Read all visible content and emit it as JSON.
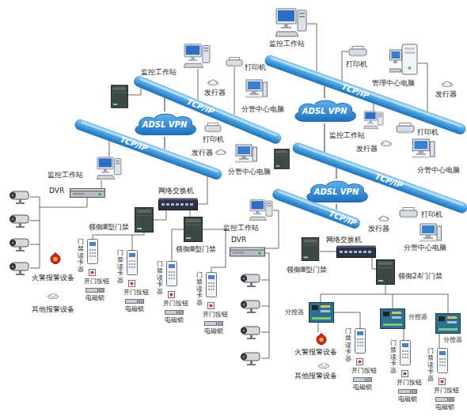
{
  "diagram": {
    "nodes": [
      {
        "text": [
          "TCP/IP"
        ]
      },
      {
        "text": [
          "TCP/IP"
        ]
      },
      {
        "text": [
          "ADSL VPN"
        ]
      },
      {
        "text": [
          "ADSL VPN"
        ]
      },
      {
        "text": [
          "TCP/IP"
        ]
      },
      {
        "text": [
          "TCP/IP"
        ]
      },
      {
        "text": [
          "ADSL VPN"
        ]
      },
      {
        "text": [
          "TCP/IP"
        ]
      }
    ],
    "edges": [
      {
        "from": 0,
        "to": 2,
        "arrow": "none"
      },
      {
        "from": 2,
        "to": 5,
        "arrow": "none"
      },
      {
        "from": 1,
        "to": 3,
        "arrow": "none"
      },
      {
        "from": 3,
        "to": 4,
        "arrow": "none"
      },
      {
        "from": 5,
        "to": 6,
        "arrow": "none"
      },
      {
        "from": 6,
        "to": 7,
        "arrow": "none"
      }
    ],
    "labels": [
      "监控工作站",
      "打印机",
      "监控工作站",
      "打印机",
      "管理中心电脑",
      "发行器",
      "发行器",
      "分管中心电脑",
      "打印机",
      "监控工作站",
      "打印机",
      "发行器",
      "发行器",
      "分管中心电脑",
      "分管中心电脑",
      "监控工作站",
      "DVR",
      "网络交换机",
      "打印机",
      "领御Ⅲ型门禁",
      "监控工作站",
      "发行器",
      "DVR",
      "网络交换机",
      "门禁读卡器",
      "分管中心电脑",
      "领御Ⅲ型门禁",
      "门禁读卡器",
      "门禁读卡器",
      "领御Ⅲ型门禁",
      "领御24门门禁",
      "门禁读卡器",
      "火警报警设备",
      "开门按钮",
      "开门按钮",
      "电磁锁",
      "开门按钮",
      "其他报警设备",
      "电磁锁",
      "分控器",
      "开门按钮",
      "分控器",
      "电磁锁",
      "电磁锁",
      "门禁读卡器",
      "分控器",
      "门禁读卡器",
      "火警报警设备",
      "门禁读卡器",
      "开门按钮",
      "其他报警设备",
      "开门按钮",
      "电磁锁",
      "开门按钮",
      "电磁锁",
      "电磁锁"
    ]
  }
}
